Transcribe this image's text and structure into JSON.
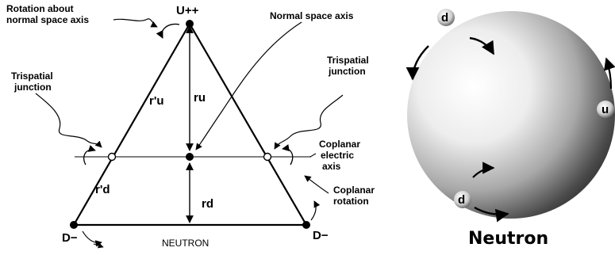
{
  "left": {
    "labels": {
      "rotation_line1": "Rotation about",
      "rotation_line2": "normal space axis",
      "top_vertex": "U++",
      "normal_axis": "Normal space axis",
      "tri_left_1": "Trispatial",
      "tri_left_2": "junction",
      "tri_right_1": "Trispatial",
      "tri_right_2": "junction",
      "ru_prime": "r'u",
      "ru": "ru",
      "rd_prime": "r'd",
      "rd": "rd",
      "coplanar_1": "Coplanar",
      "coplanar_2": "electric",
      "coplanar_3": "axis",
      "coplanar_rot_1": "Coplanar",
      "coplanar_rot_2": "rotation",
      "d_left": "D−",
      "d_right": "D−",
      "neutron": "NEUTRON"
    }
  },
  "right": {
    "quark_d_top": "d",
    "quark_u": "u",
    "quark_d_bottom": "d",
    "caption": "Neutron"
  },
  "colors": {
    "ink": "#000000",
    "sphere_light": "#f4f4f4",
    "sphere_dark": "#3a3a3a"
  }
}
